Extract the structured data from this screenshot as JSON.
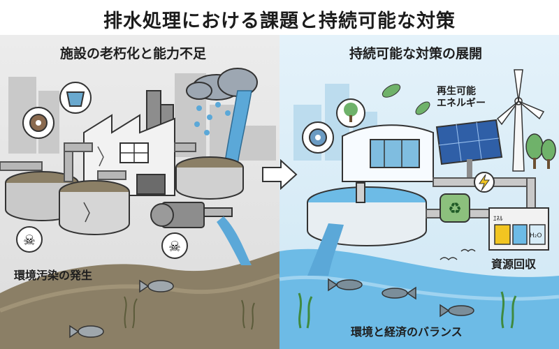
{
  "title": "排水処理における課題と持続可能な対策",
  "left": {
    "heading": "施設の老朽化と能力不足",
    "pollution_label": "環境汚染の発生"
  },
  "right": {
    "heading": "持続可能な対策の展開",
    "renewable_label_line1": "再生可能",
    "renewable_label_line2": "エネルギー",
    "resource_label": "資源回収",
    "balance_label": "環境と経済のバランス",
    "container_label_energy": "ｴﾈﾙ",
    "container_label_water": "H₂O"
  },
  "icons": [
    "gear-icon",
    "bucket-icon",
    "skull-crossbones-icon",
    "lightning-icon",
    "recycle-icon",
    "leaf-icon",
    "solar-panel-icon",
    "wind-turbine-icon",
    "fish-icon",
    "cloud-rain-icon",
    "arrow-right-icon"
  ],
  "colors": {
    "left_bg": "#e2e2e2",
    "right_bg": "#d4ebf6",
    "dirty_water": "#8b7f66",
    "clean_water": "#4fa7d8",
    "accent_green": "#5fa35a"
  }
}
